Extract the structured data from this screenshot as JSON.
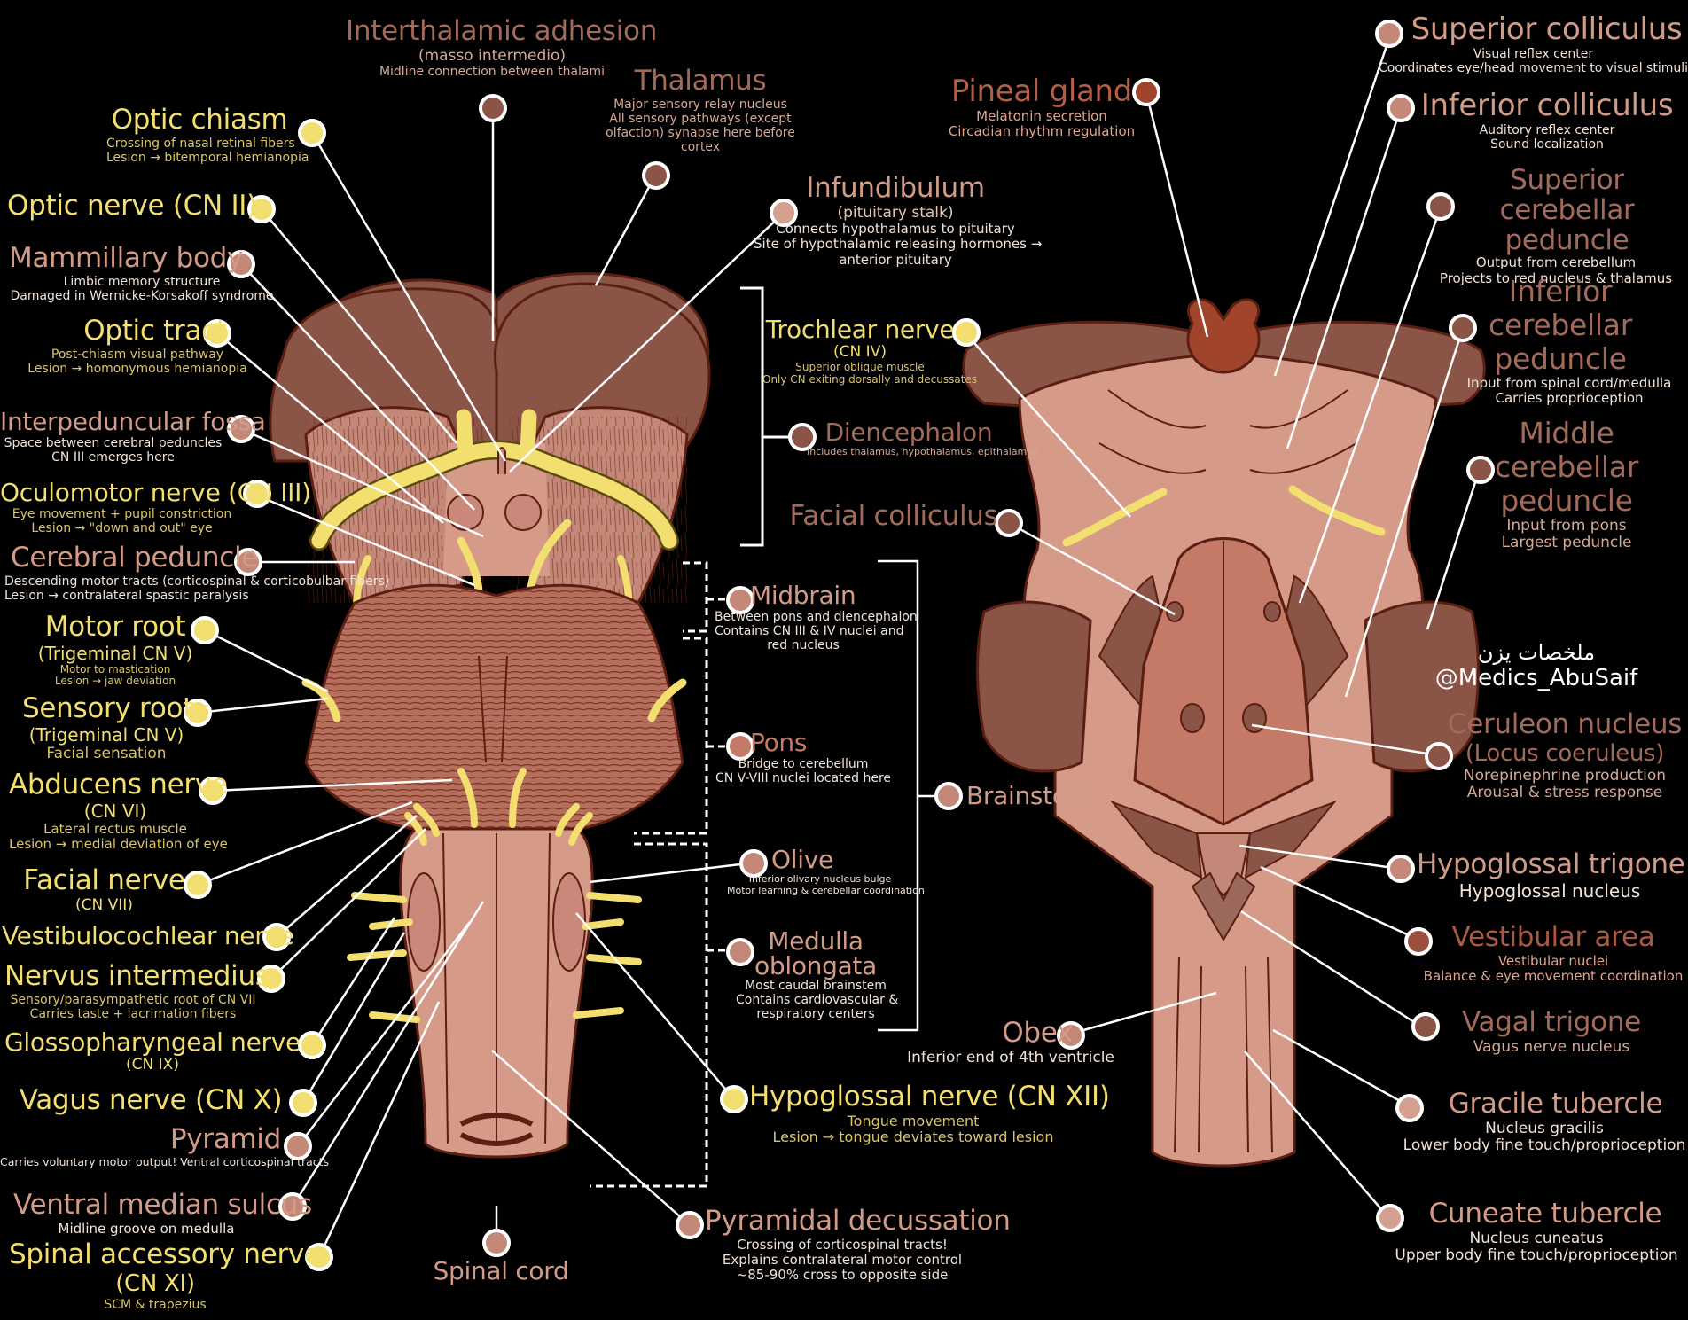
{
  "title": "Brainstem anatomy — ventral and dorsal views",
  "colors": {
    "background": "#000000",
    "nerve_yellow": "#f3df6f",
    "tissue_pink": "#d29b88",
    "tissue_brown": "#a16a5a",
    "pineal_red": "#b35d47",
    "leader_white": "#ffffff"
  },
  "watermark": {
    "arabic": "ملخصات يزن",
    "handle": "@Medics_AbuSaif"
  },
  "labels": {
    "interthalamic_adhesion": {
      "title": "Interthalamic adhesion",
      "sub1": "(masso intermedio)",
      "sub2": "Midline connection between thalami"
    },
    "thalamus": {
      "title": "Thalamus",
      "lines": [
        "Major sensory relay nucleus",
        "All sensory pathways (except",
        "olfaction) synapse  here before",
        "cortex"
      ]
    },
    "optic_chiasm": {
      "title": "Optic chiasm",
      "lines": [
        "Crossing of nasal retinal fibers",
        "Lesion → bitemporal hemianopia"
      ]
    },
    "optic_nerve": {
      "title": "Optic nerve (CN II)"
    },
    "mammillary_body": {
      "title": "Mammillary body",
      "lines": [
        "Limbic memory structure",
        "Damaged in Wernicke-Korsakoff syndrome"
      ]
    },
    "optic_tract": {
      "title": "Optic tract",
      "lines": [
        "Post-chiasm visual pathway",
        "Lesion → homonymous hemianopia"
      ]
    },
    "interpeduncular_fossa": {
      "title": "Interpeduncular fossa",
      "lines": [
        "Space between cerebral peduncles",
        "CN III emerges here"
      ]
    },
    "oculomotor_nerve": {
      "title": "Oculomotor nerve (CN III)",
      "lines": [
        "Eye movement + pupil constriction",
        "Lesion → \"down and out\" eye"
      ]
    },
    "cerebral_peduncle": {
      "title": "Cerebral peduncle",
      "lines": [
        "Descending motor tracts (corticospinal & corticobulbar fibers)",
        "Lesion → contralateral spastic paralysis"
      ]
    },
    "motor_root": {
      "title": "Motor root",
      "sub": "(Trigeminal CN V)",
      "lines": [
        "Motor to mastication",
        "Lesion → jaw deviation"
      ]
    },
    "sensory_root": {
      "title": "Sensory root",
      "sub": "(Trigeminal CN V)",
      "lines": [
        "Facial sensation"
      ]
    },
    "abducens_nerve": {
      "title": "Abducens nerve",
      "sub": "(CN VI)",
      "lines": [
        "Lateral rectus muscle",
        "Lesion → medial deviation of eye"
      ]
    },
    "facial_nerve": {
      "title": "Facial nerve",
      "sub": "(CN VII)"
    },
    "vestibulocochlear_nerve": {
      "title": "Vestibulocochlear nerve"
    },
    "nervus_intermedius": {
      "title": "Nervus intermedius",
      "lines": [
        "Sensory/parasympathetic root of CN VII",
        "Carries taste + lacrimation fibers"
      ]
    },
    "glossopharyngeal_nerve": {
      "title": "Glossopharyngeal nerve",
      "sub": "(CN IX)"
    },
    "vagus_nerve": {
      "title": "Vagus nerve (CN X)"
    },
    "pyramid": {
      "title": "Pyramid",
      "lines": [
        "Carries voluntary motor output! Ventral corticospinal tracts"
      ]
    },
    "ventral_median_sulcus": {
      "title": "Ventral median sulcus",
      "lines": [
        "Midline groove on medulla"
      ]
    },
    "spinal_accessory_nerve": {
      "title": "Spinal accessory nerve",
      "sub": "(CN XI)",
      "lines": [
        "SCM & trapezius"
      ]
    },
    "spinal_cord": {
      "title": "Spinal cord"
    },
    "infundibulum": {
      "title": "Infundibulum",
      "sub": "(pituitary stalk)",
      "lines": [
        "Connects hypothalamus to pituitary",
        "Site of hypothalamic releasing hormones →",
        "anterior pituitary"
      ]
    },
    "trochlear_nerve": {
      "title": "Trochlear nerve",
      "sub": "(CN IV)",
      "lines": [
        "Superior oblique muscle",
        "Only CN exiting dorsally and decussates"
      ]
    },
    "diencephalon": {
      "title": "Diencephalon",
      "lines": [
        "Includes thalamus, hypothalamus, epithalamus"
      ]
    },
    "facial_colliculus": {
      "title": "Facial colliculus"
    },
    "midbrain": {
      "title": "Midbrain",
      "lines": [
        "Between pons and diencephalon",
        "Contains CN III & IV nuclei and",
        "red nucleus"
      ]
    },
    "pons": {
      "title": "Pons",
      "lines": [
        "Bridge to cerebellum",
        "CN V-VIII nuclei located here"
      ]
    },
    "brainstem": {
      "title": "Brainstem"
    },
    "olive": {
      "title": "Olive",
      "lines": [
        "Inferior olivary nucleus bulge",
        "Motor learning & cerebellar coordination"
      ]
    },
    "medulla_oblongata": {
      "title": "Medulla oblongata",
      "lines": [
        "Most caudal brainstem",
        "Contains cardiovascular &",
        "respiratory centers"
      ]
    },
    "hypoglossal_nerve": {
      "title": "Hypoglossal nerve (CN XII)",
      "lines": [
        "Tongue movement",
        "Lesion → tongue deviates toward lesion"
      ]
    },
    "pyramidal_decussation": {
      "title": "Pyramidal decussation",
      "lines": [
        "Crossing of corticospinal tracts!",
        "Explains contralateral motor control",
        "~85-90% cross to opposite side"
      ]
    },
    "obex": {
      "title": "Obex",
      "lines": [
        "Inferior end of 4th ventricle"
      ]
    },
    "pineal_gland": {
      "title": "Pineal gland",
      "lines": [
        "Melatonin secretion",
        "Circadian rhythm regulation"
      ]
    },
    "superior_colliculus": {
      "title": "Superior colliculus",
      "lines": [
        "Visual reflex center",
        "Coordinates eye/head movement to visual stimuli"
      ]
    },
    "inferior_colliculus": {
      "title": "Inferior colliculus",
      "lines": [
        "Auditory reflex center",
        "Sound localization"
      ]
    },
    "superior_cerebellar_peduncle": {
      "title": "Superior cerebellar peduncle",
      "lines": [
        "Output from cerebellum",
        "Projects to red nucleus & thalamus"
      ]
    },
    "inferior_cerebellar_peduncle": {
      "title": "Inferior cerebellar peduncle",
      "lines": [
        "Input from spinal cord/medulla",
        "Carries proprioception"
      ]
    },
    "middle_cerebellar_peduncle": {
      "title": "Middle cerebellar peduncle",
      "lines": [
        "Input from pons",
        "Largest peduncle"
      ]
    },
    "ceruleus_nucleus": {
      "title": "Ceruleon nucleus",
      "sub": "(Locus coeruleus)",
      "lines": [
        "Norepinephrine production",
        "Arousal & stress response"
      ]
    },
    "hypoglossal_trigone": {
      "title": "Hypoglossal trigone",
      "lines": [
        "Hypoglossal nucleus"
      ]
    },
    "vestibular_area": {
      "title": "Vestibular area",
      "lines": [
        "Vestibular nuclei",
        "Balance & eye movement coordination"
      ]
    },
    "vagal_trigone": {
      "title": "Vagal trigone",
      "lines": [
        "Vagus nerve nucleus"
      ]
    },
    "gracile_tubercle": {
      "title": "Gracile tubercle",
      "lines": [
        "Nucleus gracilis",
        "Lower body fine touch/proprioception"
      ]
    },
    "cuneate_tubercle": {
      "title": "Cuneate tubercle",
      "lines": [
        "Nucleus cuneatus",
        "Upper body fine touch/proprioception"
      ]
    }
  }
}
